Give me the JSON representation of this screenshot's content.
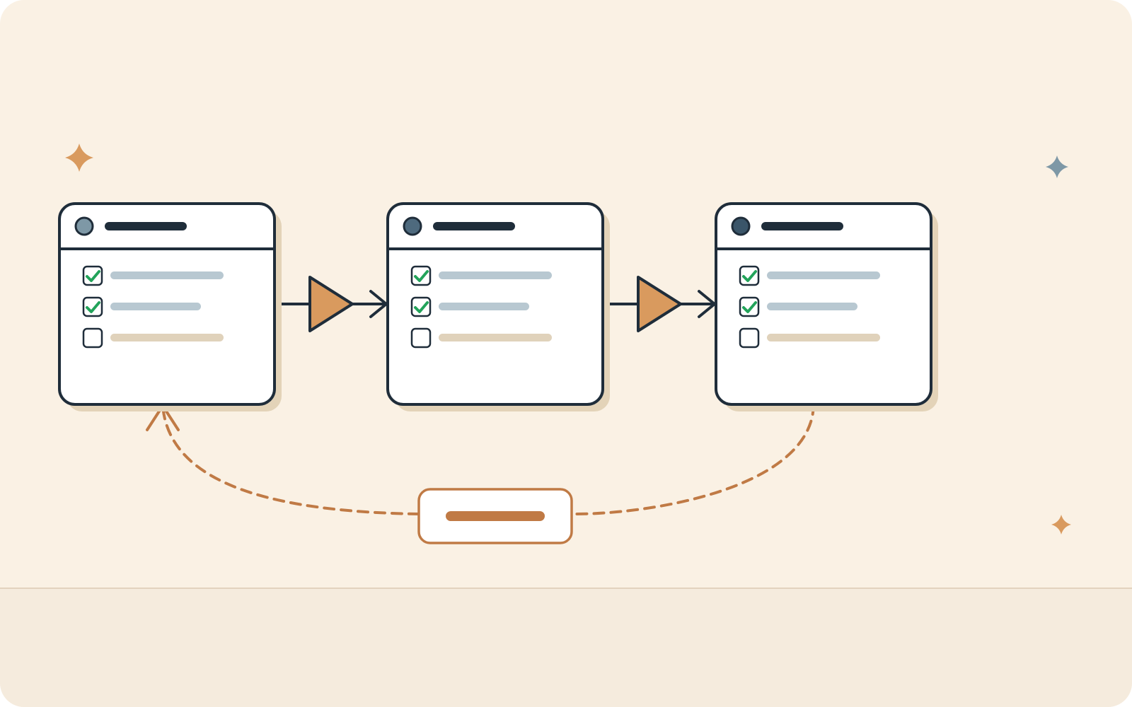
{
  "colors": {
    "background": "#FAF1E4",
    "footer": "#F5EBDD",
    "divider": "#E3D3BE",
    "outline": "#1F2D3A",
    "card_fill": "#FFFFFF",
    "card_shadow": "#E3D3B8",
    "title_bar_fill": "#FFFFFF",
    "title_line": "#1F2D3A",
    "done_line": "#B8C8D1",
    "pending_line": "#E0D2BB",
    "check": "#22A35A",
    "arrow_head": "#D99A5E",
    "loop": "#C07A45",
    "sparkle_orange": "#D99A5E",
    "sparkle_blue": "#7E98A6"
  },
  "icons": {
    "card_dots": [
      "#7E98A6",
      "#4E6A7E",
      "#3A5569"
    ],
    "sparkles": [
      "sparkle-orange-icon",
      "sparkle-blue-icon",
      "sparkle-orange-icon"
    ]
  },
  "diagram": {
    "cards": [
      {
        "items": [
          {
            "checked": true
          },
          {
            "checked": true
          },
          {
            "checked": false
          }
        ]
      },
      {
        "items": [
          {
            "checked": true
          },
          {
            "checked": true
          },
          {
            "checked": false
          }
        ]
      },
      {
        "items": [
          {
            "checked": true
          },
          {
            "checked": true
          },
          {
            "checked": false
          }
        ]
      }
    ],
    "connectors": [
      {
        "from": 0,
        "to": 1,
        "style": "solid"
      },
      {
        "from": 1,
        "to": 2,
        "style": "solid"
      }
    ],
    "loop": {
      "from": 2,
      "to": 0,
      "style": "dashed"
    }
  }
}
